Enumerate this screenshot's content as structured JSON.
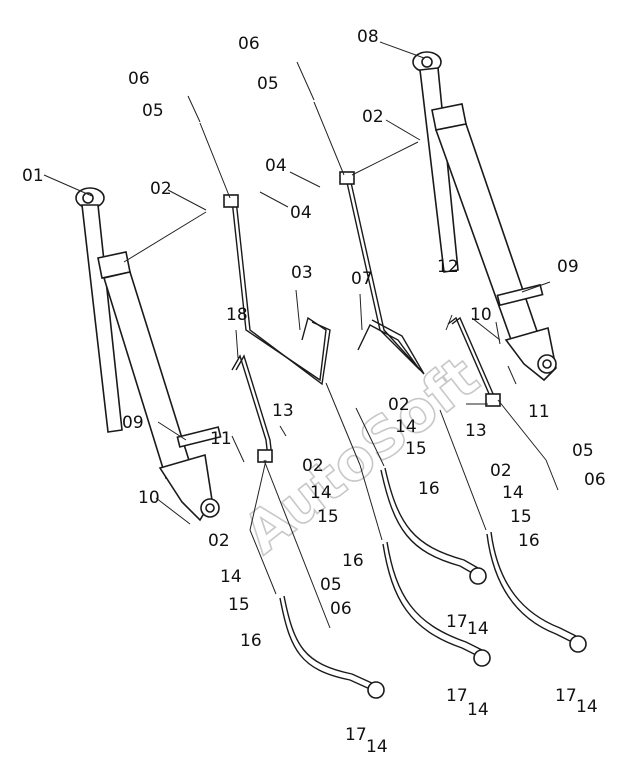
{
  "watermark": "AutoSoft",
  "callouts": {
    "c01": "01",
    "c02a": "02",
    "c02b": "02",
    "c02c": "02",
    "c02d": "02",
    "c02e": "02",
    "c02f": "02",
    "c03": "03",
    "c04a": "04",
    "c04b": "04",
    "c05a": "05",
    "c05b": "05",
    "c05c": "05",
    "c05d": "05",
    "c06a": "06",
    "c06b": "06",
    "c06c": "06",
    "c06d": "06",
    "c07": "07",
    "c08": "08",
    "c09a": "09",
    "c09b": "09",
    "c10a": "10",
    "c10b": "10",
    "c11a": "11",
    "c11b": "11",
    "c12": "12",
    "c13a": "13",
    "c13b": "13",
    "c14a": "14",
    "c14b": "14",
    "c14c": "14",
    "c14d": "14",
    "c14e": "14",
    "c14f": "14",
    "c15a": "15",
    "c15b": "15",
    "c15c": "15",
    "c15d": "15",
    "c16a": "16",
    "c16b": "16",
    "c16c": "16",
    "c16d": "16",
    "c17a": "17",
    "c17b": "17",
    "c17c": "17",
    "c18": "18"
  }
}
